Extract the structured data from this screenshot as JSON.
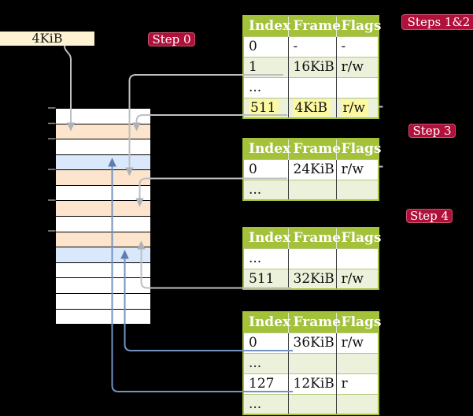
{
  "colors": {
    "background": "#000000",
    "label_cream": "#fdf2d2",
    "badge_red": "#b0103a",
    "table_header_green": "#a3c139",
    "table_row_green": "#ebf1da",
    "highlight_yellow": "#fdf9a3",
    "frame_orange": "#fce5cc",
    "frame_blue": "#dae8fc",
    "arrow_gray": "#bdbfc4",
    "arrow_blue": "#7292c2"
  },
  "page_size_box": {
    "label": "4KiB"
  },
  "badges": {
    "step0": "Step 0",
    "steps12": "Steps 1&2",
    "step3": "Step 3",
    "step4": "Step 4"
  },
  "memory_column": {
    "rows": [
      {
        "kind": "free"
      },
      {
        "kind": "page-table"
      },
      {
        "kind": "free"
      },
      {
        "kind": "mapped-page"
      },
      {
        "kind": "page-table"
      },
      {
        "kind": "free"
      },
      {
        "kind": "page-table"
      },
      {
        "kind": "free"
      },
      {
        "kind": "page-table"
      },
      {
        "kind": "mapped-page"
      },
      {
        "kind": "free"
      },
      {
        "kind": "free"
      },
      {
        "kind": "free"
      },
      {
        "kind": "free"
      }
    ]
  },
  "tables": [
    {
      "headers": [
        "Index",
        "Frame",
        "Flags"
      ],
      "rows": [
        {
          "index": "0",
          "frame": "-",
          "flags": "-",
          "shaded": false,
          "highlight": false
        },
        {
          "index": "1",
          "frame": "16KiB",
          "flags": "r/w",
          "shaded": true,
          "highlight": false
        },
        {
          "index": "...",
          "frame": "",
          "flags": "",
          "shaded": false,
          "highlight": false
        },
        {
          "index": "511",
          "frame": "4KiB",
          "flags": "r/w",
          "shaded": true,
          "highlight": true
        }
      ]
    },
    {
      "headers": [
        "Index",
        "Frame",
        "Flags"
      ],
      "rows": [
        {
          "index": "0",
          "frame": "24KiB",
          "flags": "r/w",
          "shaded": false,
          "highlight": false
        },
        {
          "index": "...",
          "frame": "",
          "flags": "",
          "shaded": true,
          "highlight": false
        }
      ]
    },
    {
      "headers": [
        "Index",
        "Frame",
        "Flags"
      ],
      "rows": [
        {
          "index": "...",
          "frame": "",
          "flags": "",
          "shaded": false,
          "highlight": false
        },
        {
          "index": "511",
          "frame": "32KiB",
          "flags": "r/w",
          "shaded": true,
          "highlight": false
        }
      ]
    },
    {
      "headers": [
        "Index",
        "Frame",
        "Flags"
      ],
      "rows": [
        {
          "index": "0",
          "frame": "36KiB",
          "flags": "r/w",
          "shaded": false,
          "highlight": false
        },
        {
          "index": "...",
          "frame": "",
          "flags": "",
          "shaded": true,
          "highlight": false
        },
        {
          "index": "127",
          "frame": "12KiB",
          "flags": "r",
          "shaded": false,
          "highlight": false
        },
        {
          "index": "...",
          "frame": "",
          "flags": "",
          "shaded": true,
          "highlight": false
        }
      ]
    }
  ]
}
